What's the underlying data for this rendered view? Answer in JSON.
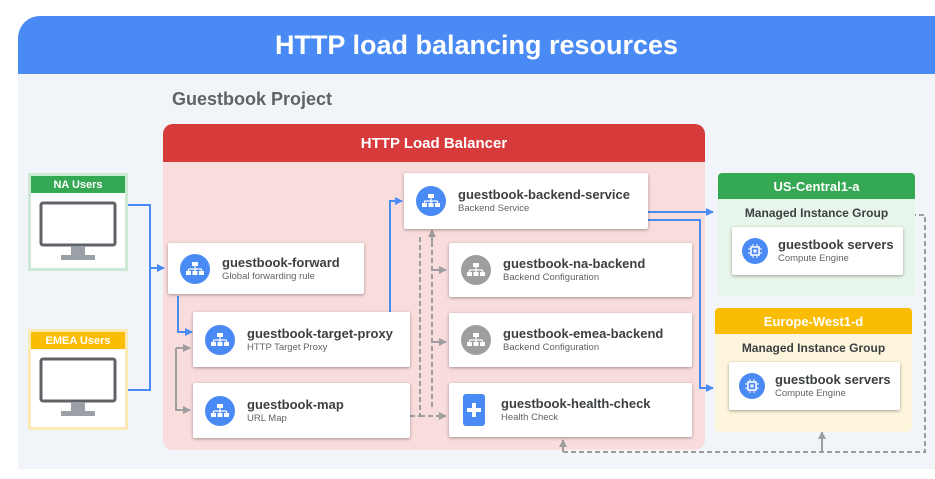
{
  "header": {
    "title": "HTTP load balancing resources"
  },
  "project": {
    "label": "Guestbook Project"
  },
  "load_balancer": {
    "title": "HTTP Load Balancer"
  },
  "users": [
    {
      "label": "NA Users",
      "color": "#34a853"
    },
    {
      "label": "EMEA Users",
      "color": "#fbbc04"
    }
  ],
  "components": {
    "forward": {
      "name": "guestbook-forward",
      "type": "Global forwarding rule"
    },
    "target_proxy": {
      "name": "guestbook-target-proxy",
      "type": "HTTP Target Proxy"
    },
    "map": {
      "name": "guestbook-map",
      "type": "URL Map"
    },
    "backend_service": {
      "name": "guestbook-backend-service",
      "type": "Backend Service"
    },
    "na_backend": {
      "name": "guestbook-na-backend",
      "type": "Backend Configuration"
    },
    "emea_backend": {
      "name": "guestbook-emea-backend",
      "type": "Backend Configuration"
    },
    "health_check": {
      "name": "guestbook-health-check",
      "type": "Health Check"
    }
  },
  "regions": [
    {
      "label": "US-Central1-a",
      "color": "#34a853",
      "group_title": "Managed Instance Group",
      "server_name": "guestbook servers",
      "server_type": "Compute Engine"
    },
    {
      "label": "Europe-West1-d",
      "color": "#fbbc04",
      "group_title": "Managed Instance Group",
      "server_name": "guestbook servers",
      "server_type": "Compute Engine"
    }
  ],
  "colors": {
    "accent_blue": "#4a8af4",
    "lb_red": "#d63a3a",
    "lb_fill": "#f9dcdc",
    "icon_grey": "#9e9e9e"
  }
}
